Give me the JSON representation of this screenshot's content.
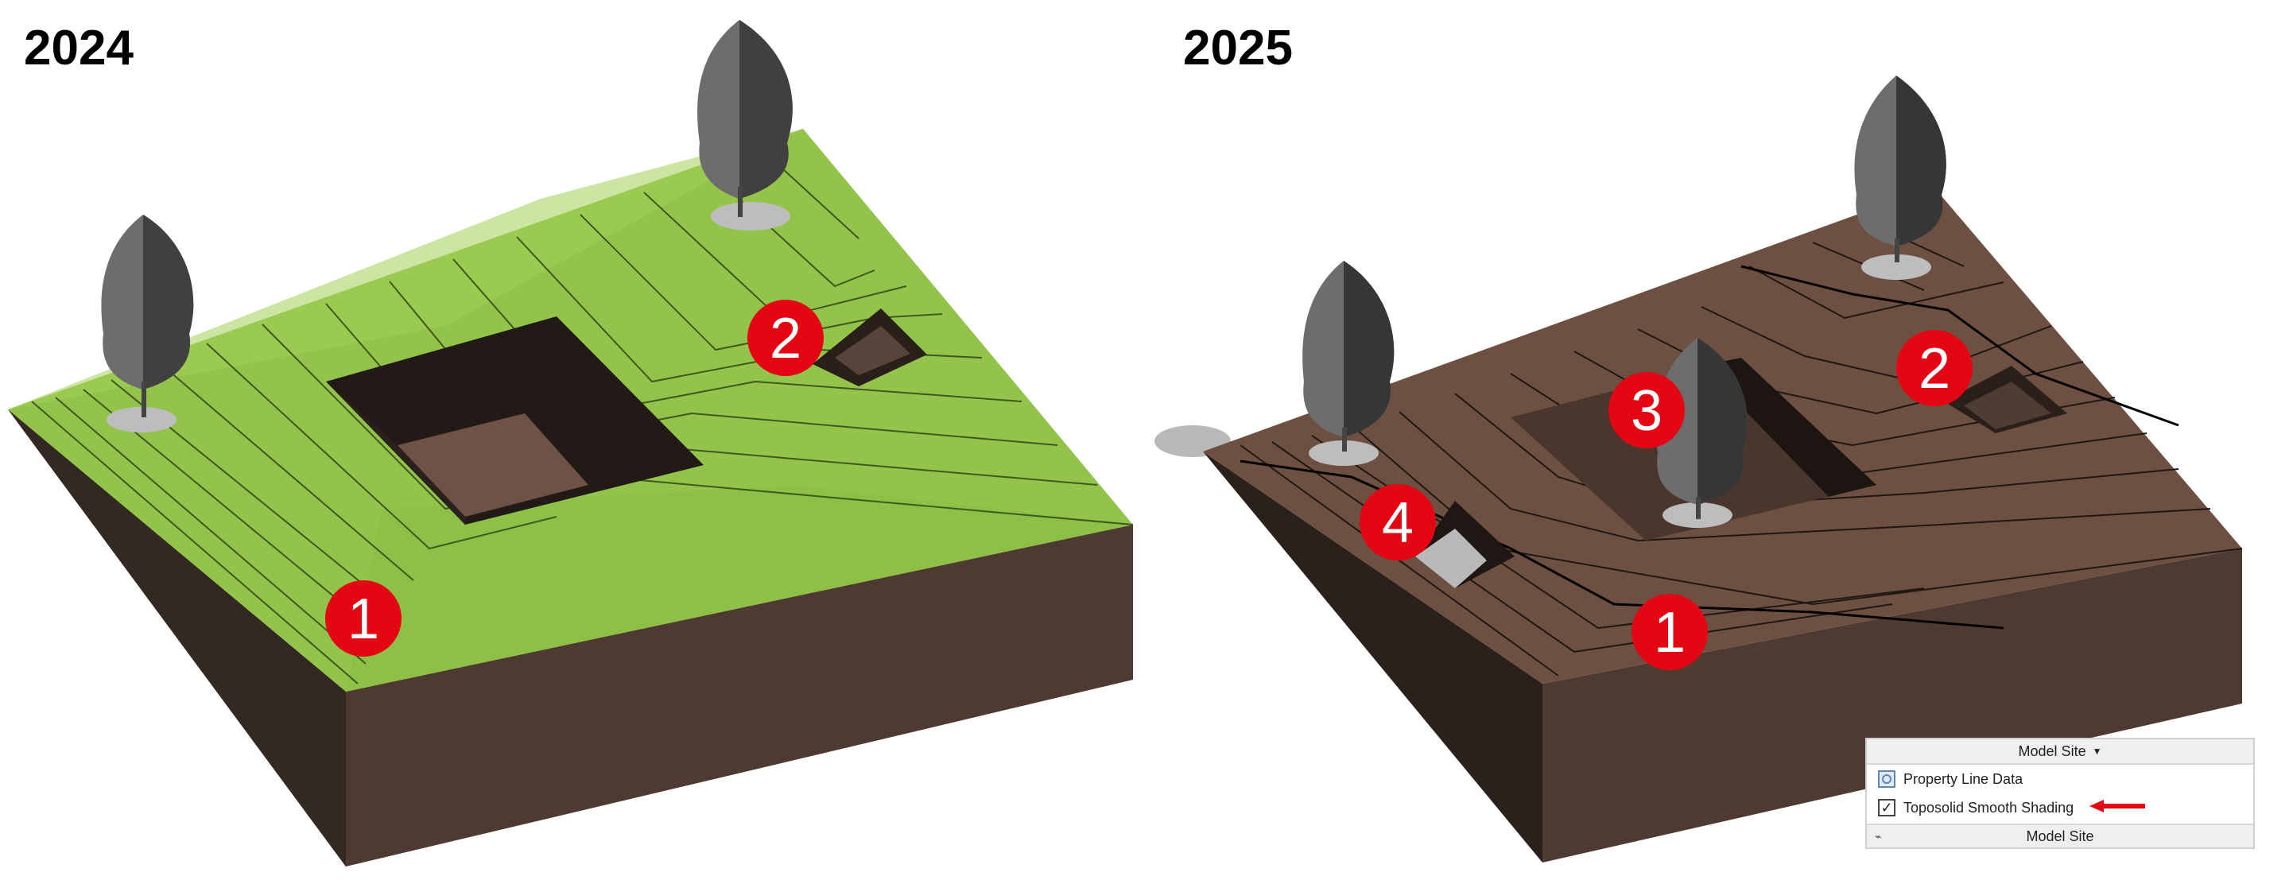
{
  "left": {
    "year": "2024"
  },
  "right": {
    "year": "2025"
  },
  "markers": [
    "1",
    "2",
    "1",
    "2",
    "3",
    "4"
  ],
  "colors": {
    "grass_top": "#93c34b",
    "grass_top_light": "#a2cf58",
    "dirt_top": "#6d5041",
    "dirt_side": "#4f3b32",
    "dirt_side_dark": "#2f241f",
    "marker_red": "#e30613",
    "tree": "#6a6a6a",
    "tree_dark": "#3c3c3c"
  },
  "panel": {
    "title": "Model Site",
    "items": [
      {
        "label": "Property Line Data",
        "icon": "property-line-icon"
      },
      {
        "label": "Toposolid Smooth Shading",
        "icon": "checkbox-icon",
        "checked": true
      }
    ],
    "footer": "Model Site"
  }
}
